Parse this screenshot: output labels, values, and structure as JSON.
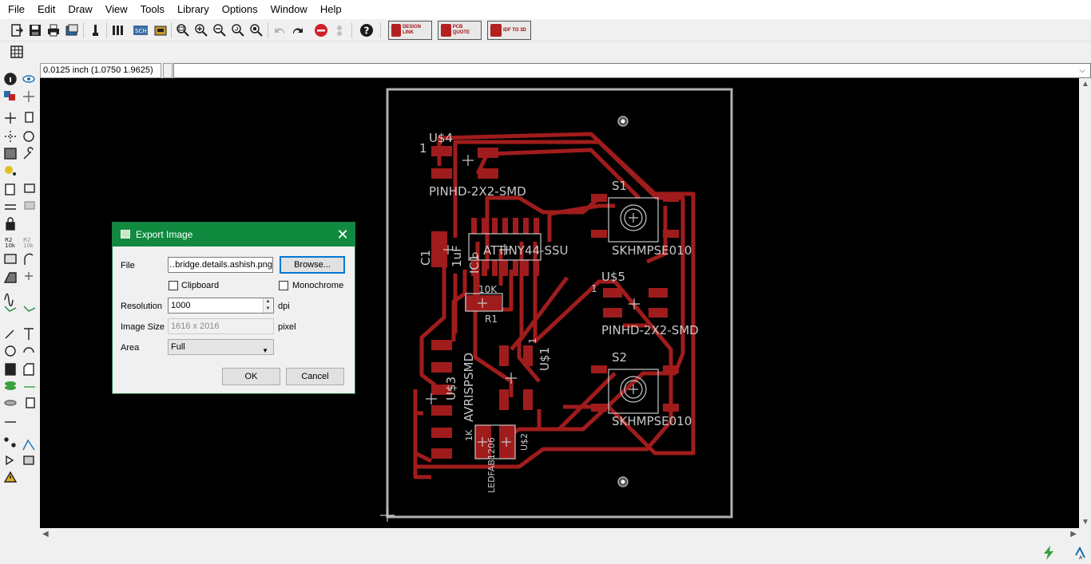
{
  "menu": [
    "File",
    "Edit",
    "Draw",
    "View",
    "Tools",
    "Library",
    "Options",
    "Window",
    "Help"
  ],
  "toolbar": {
    "promo_buttons": [
      {
        "name": "design-link-button",
        "text": "design link"
      },
      {
        "name": "pcb-quote-button",
        "text": "PCB QUOTE"
      },
      {
        "name": "idf-to-3d-button",
        "text": "IDF TO 3D"
      }
    ],
    "colors": {
      "stop": "#d0202a",
      "help": "#1a1a1a"
    }
  },
  "coordinate": "0.0125 inch (1.0750 1.9625)",
  "board": {
    "labels": [
      "U$4",
      "1",
      "PINHD-2X2-SMD",
      "S1",
      "SKHMPSE010",
      "C1",
      "1uF",
      "IC1",
      "ATTINY44-SSU",
      "10K",
      "R1",
      "U$5",
      "1",
      "PINHD-2X2-SMD",
      "S2",
      "SKHMPSE010",
      "AVRISPSMD",
      "U$3",
      "U$1",
      "1",
      "1K",
      "LEDFAB1206",
      "U$2"
    ],
    "colors": {
      "background": "#000000",
      "copper": "#a01c1c",
      "outline": "#b0b0b0",
      "silk": "#c8c8c8"
    }
  },
  "dialog": {
    "title": "Export Image",
    "file_label": "File",
    "file_value": "…bridge.details.ashish.png",
    "browse_label": "Browse...",
    "clipboard_label": "Clipboard",
    "clipboard_checked": false,
    "monochrome_label": "Monochrome",
    "monochrome_checked": false,
    "resolution_label": "Resolution",
    "resolution_value": "1000",
    "resolution_unit": "dpi",
    "image_size_label": "Image Size",
    "image_size_value": "1616 x 2016",
    "image_size_unit": "pixel",
    "area_label": "Area",
    "area_value": "Full",
    "ok_label": "OK",
    "cancel_label": "Cancel",
    "close_glyph": "✕",
    "accent_color": "#0f8a3e"
  }
}
